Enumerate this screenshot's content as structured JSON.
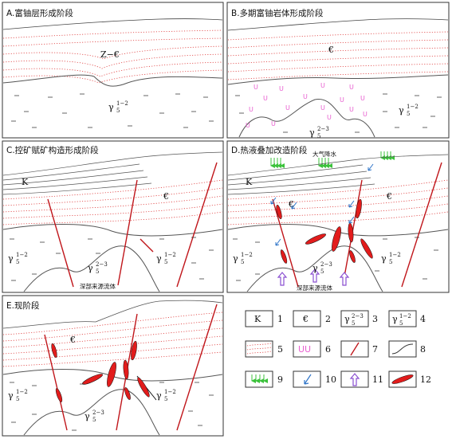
{
  "panels": {
    "A": {
      "title": "A.富铀层形成阶段",
      "stratum": "Z−€",
      "granite": "γ",
      "granite_age_top": "1−2",
      "granite_age_bot": "5"
    },
    "B": {
      "title": "B.多期富铀岩体形成阶段",
      "stratum": "€",
      "g1": "γ",
      "g1_top": "1−2",
      "g1_bot": "5",
      "g2": "γ",
      "g2_top": "2−3",
      "g2_bot": "5",
      "u_mark": "U"
    },
    "C": {
      "title": "C.控矿赋矿构造形成阶段",
      "k": "K",
      "stratum": "€",
      "g1": "γ",
      "g1_top": "1−2",
      "g1_bot": "5",
      "g2": "γ",
      "g2_top": "2−3",
      "g2_bot": "5",
      "g3": "γ",
      "g3_top": "1−2",
      "g3_bot": "5",
      "fluid": "深部来源流体"
    },
    "D": {
      "title": "D.热液叠加改造阶段",
      "rain": "大气降水",
      "k": "K",
      "stratum": "€",
      "g1": "γ",
      "g1_top": "1−2",
      "g1_bot": "5",
      "g2": "γ",
      "g2_top": "2−3",
      "g2_bot": "5",
      "g3": "γ",
      "g3_top": "1−2",
      "g3_bot": "5",
      "fluid": "深部来源流体"
    },
    "E": {
      "title": "E.现阶段",
      "stratum": "€",
      "g1": "γ",
      "g1_top": "1−2",
      "g1_bot": "5",
      "g2": "γ",
      "g2_top": "2−3",
      "g2_bot": "5",
      "g3": "γ",
      "g3_top": "1−2",
      "g3_bot": "5"
    }
  },
  "legend": {
    "k": "K",
    "cambrian": "€",
    "g23": "γ",
    "g23_top": "2−3",
    "g23_bot": "5",
    "g12": "γ",
    "g12_top": "1−2",
    "g12_bot": "5",
    "uu": "UU",
    "n1": "1",
    "n2": "2",
    "n3": "3",
    "n4": "4",
    "n5": "5",
    "n6": "6",
    "n7": "7",
    "n8": "8",
    "n9": "9",
    "n10": "10",
    "n11": "11",
    "n12": "12"
  },
  "colors": {
    "strata_dots": "#e04040",
    "ore": "#e21c1c",
    "fault": "#c0161b",
    "rain": "#3cc23c",
    "infiltration": "#2e74c8",
    "fluid_arrow": "#8a4fd1",
    "uranium": "#e85fd0"
  }
}
